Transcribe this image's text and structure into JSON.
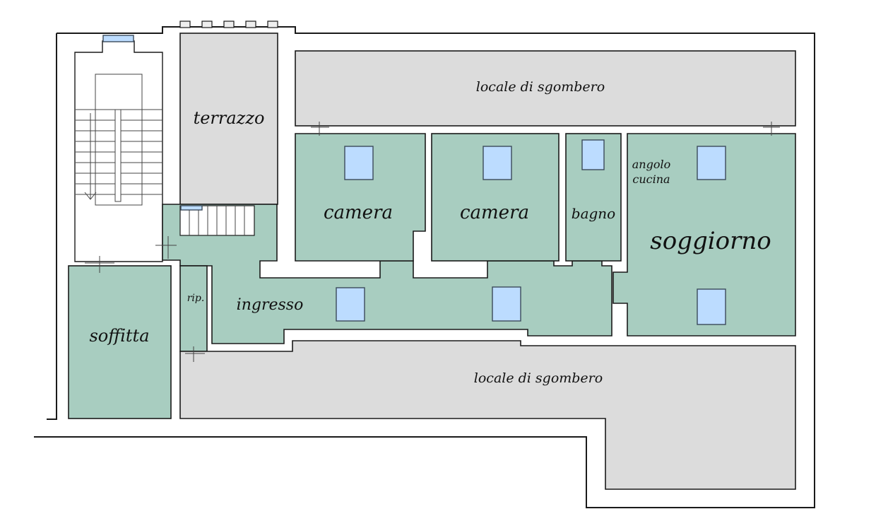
{
  "colors": {
    "room_green": "#a8cdc0",
    "room_gray": "#dcdcdc",
    "window": "#bcdcff",
    "wall": "#1a1a1a"
  },
  "rooms": {
    "locale_top": "locale di sgombero",
    "terrazzo": "terrazzo",
    "camera_1": "camera",
    "camera_2": "camera",
    "bagno": "bagno",
    "angolo_cucina_1": "angolo",
    "angolo_cucina_2": "cucina",
    "soggiorno": "soggiorno",
    "ingresso": "ingresso",
    "rip": "rip.",
    "soffitta": "soffitta",
    "locale_bottom": "locale di sgombero"
  }
}
